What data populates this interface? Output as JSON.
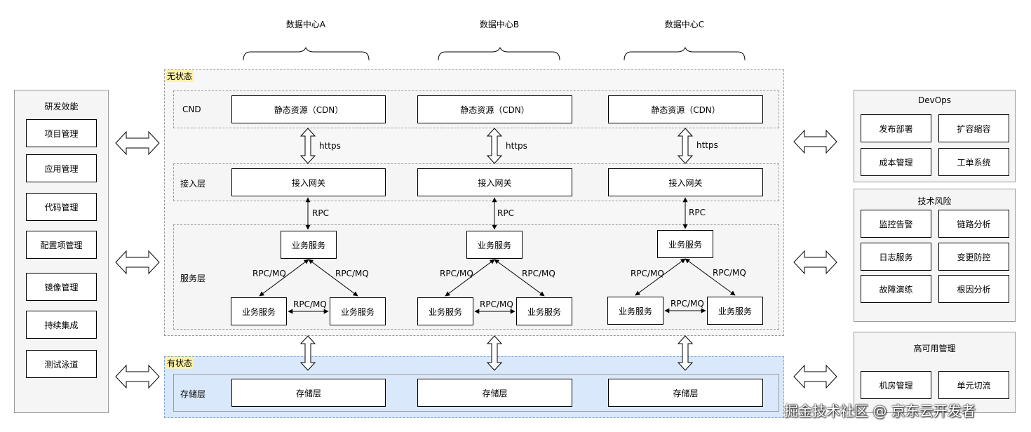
{
  "datacenters": [
    "数据中心A",
    "数据中心B",
    "数据中心C"
  ],
  "stateless": {
    "label": "无状态",
    "cdn_layer": {
      "label": "CND",
      "boxes": [
        "静态资源（CDN）",
        "静态资源（CDN）",
        "静态资源（CDN）"
      ]
    },
    "https_label": "https",
    "access_layer": {
      "label": "接入层",
      "boxes": [
        "接入网关",
        "接入网关",
        "接入网关"
      ]
    },
    "rpc_label": "RPC",
    "service_layer": {
      "label": "服务层",
      "service": "业务服务",
      "rpcmq": "RPC/MQ"
    }
  },
  "stateful": {
    "label": "有状态",
    "storage_layer": {
      "label": "存储层",
      "boxes": [
        "存储层",
        "存储层",
        "存储层"
      ]
    }
  },
  "left_panel": {
    "title": "研发效能",
    "items": [
      "项目管理",
      "应用管理",
      "代码管理",
      "配置项管理",
      "镜像管理",
      "持续集成",
      "测试泳道"
    ]
  },
  "right_panels": {
    "devops": {
      "title": "DevOps",
      "items": [
        "发布部署",
        "扩容缩容",
        "成本管理",
        "工单系统"
      ]
    },
    "risk": {
      "title": "技术风险",
      "items": [
        "监控告警",
        "链路分析",
        "日志服务",
        "变更防控",
        "故障演练",
        "根因分析"
      ]
    },
    "ha": {
      "title": "高可用管理",
      "items": [
        "机房管理",
        "单元切流"
      ]
    }
  },
  "watermark": "掘金技术社区 @ 京东云开发者",
  "colors": {
    "stateful_bg": "#dae8fc",
    "stateful_border": "#7ea6e0",
    "panel_bg": "#f5f5f5"
  }
}
